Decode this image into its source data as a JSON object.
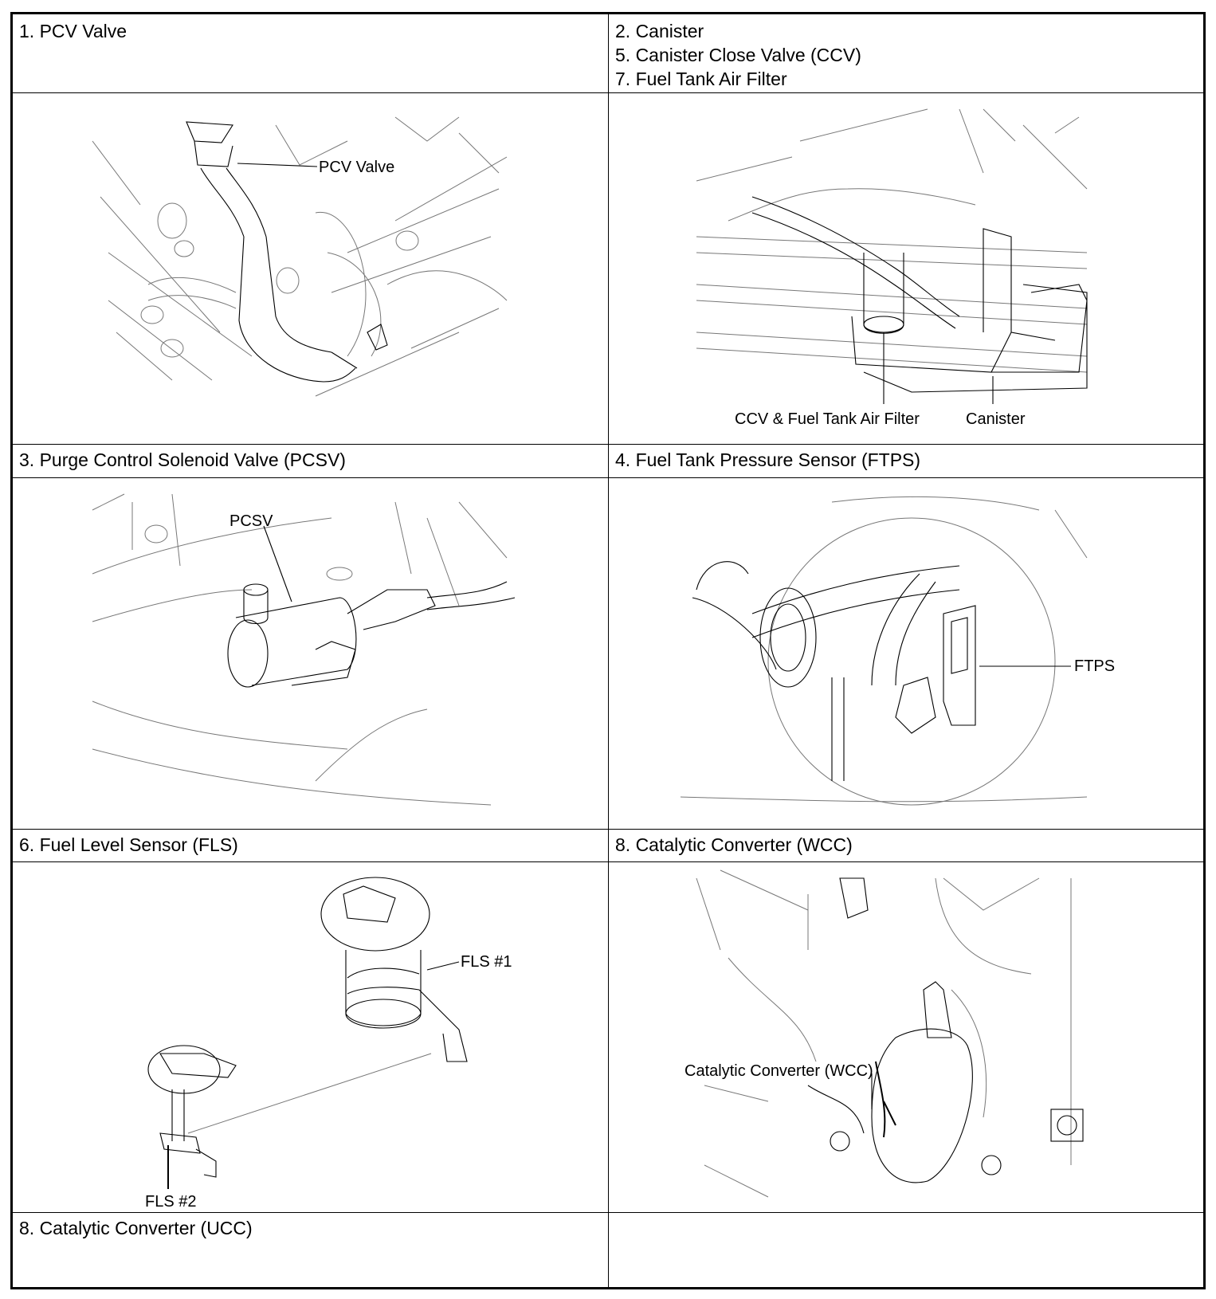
{
  "rows": [
    {
      "left": [
        "1. PCV Valve"
      ],
      "right": [
        "2. Canister",
        "5. Canister Close Valve (CCV)",
        "7. Fuel Tank Air Filter"
      ]
    },
    {
      "left": [
        "3. Purge Control Solenoid Valve (PCSV)"
      ],
      "right": [
        "4. Fuel Tank Pressure Sensor (FTPS)"
      ]
    },
    {
      "left": [
        "6. Fuel Level Sensor (FLS)"
      ],
      "right": [
        "8. Catalytic Converter (WCC)"
      ]
    },
    {
      "left": [
        "8. Catalytic Converter (UCC)"
      ],
      "right": []
    }
  ],
  "callouts": {
    "pcv": "PCV Valve",
    "ccv": "CCV & Fuel Tank Air Filter",
    "canister": "Canister",
    "pcsv": "PCSV",
    "ftps": "FTPS",
    "fls1": "FLS #1",
    "fls2": "FLS #2",
    "wcc": "Catalytic Converter (WCC)"
  }
}
